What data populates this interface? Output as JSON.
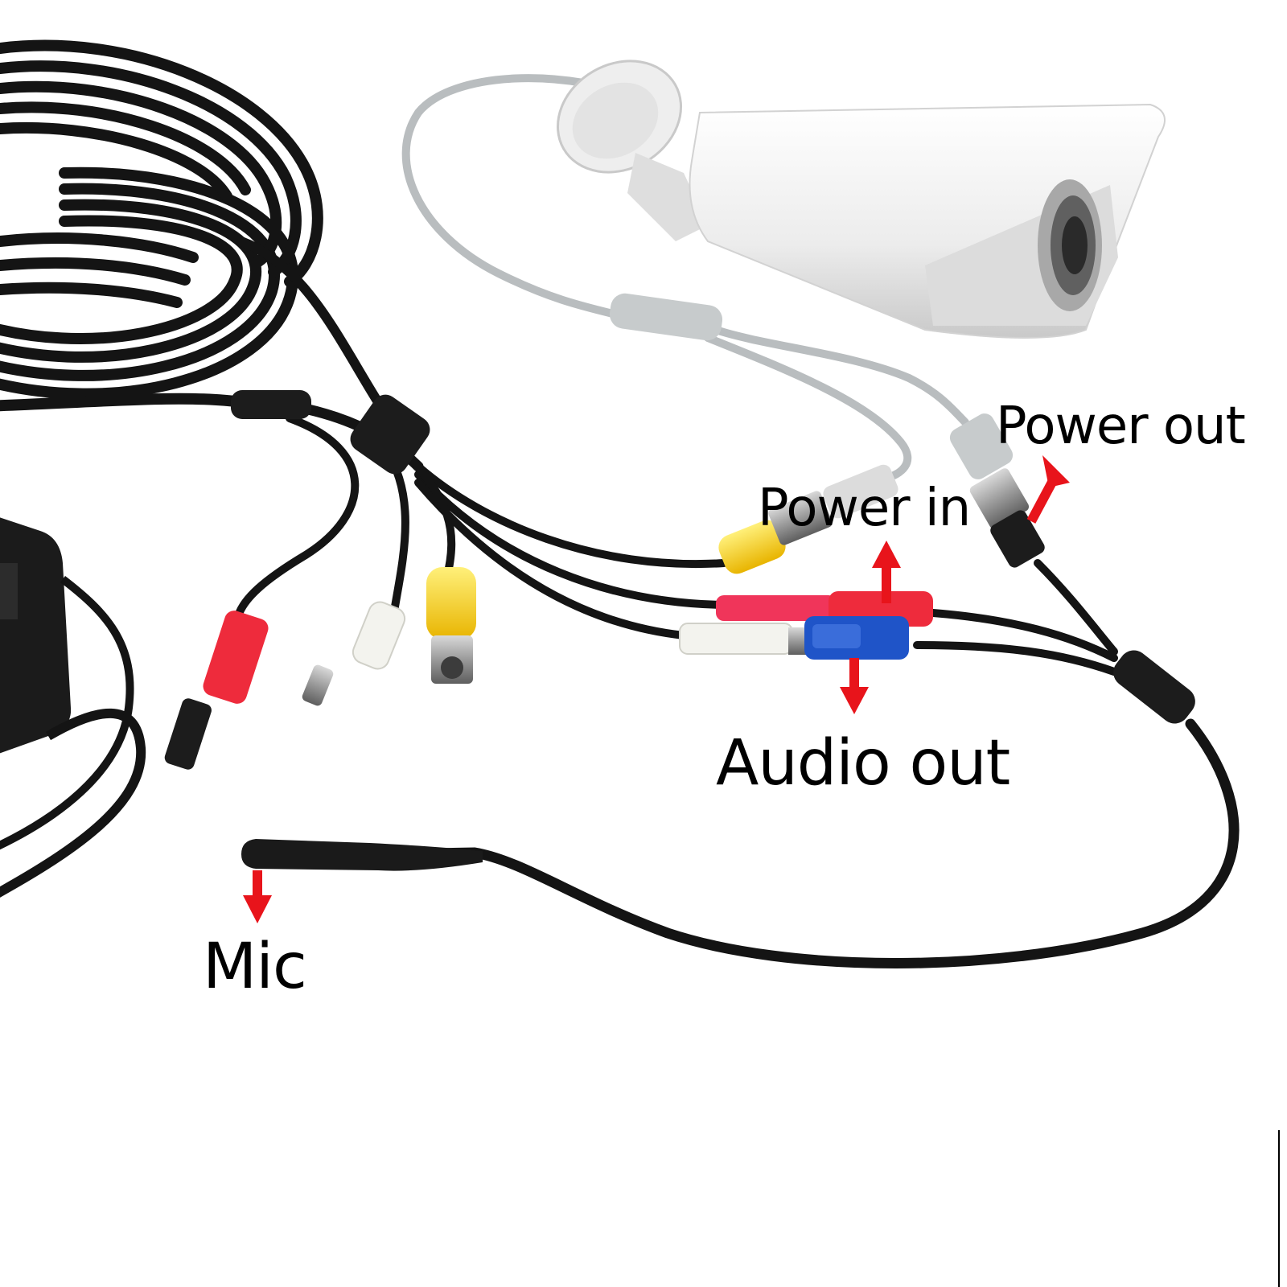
{
  "labels": {
    "power_out": "Power out",
    "power_in": "Power in",
    "audio_out": "Audio out",
    "mic": "Mic"
  },
  "colors": {
    "background": "#ffffff",
    "arrow": "#e8141b",
    "label_text": "#000000",
    "cable_black": "#141414",
    "cable_grey": "#b9bdbf",
    "camera_white": "#f1f1f1",
    "rca_yellow": "#f6cf16",
    "rca_red": "#ee2b3c",
    "rca_blue": "#1f54c8",
    "rca_white": "#f3f3ee",
    "rca_pink": "#f0355a"
  },
  "icons": [
    "arrow-up-right",
    "arrow-up",
    "arrow-down",
    "arrow-down"
  ]
}
